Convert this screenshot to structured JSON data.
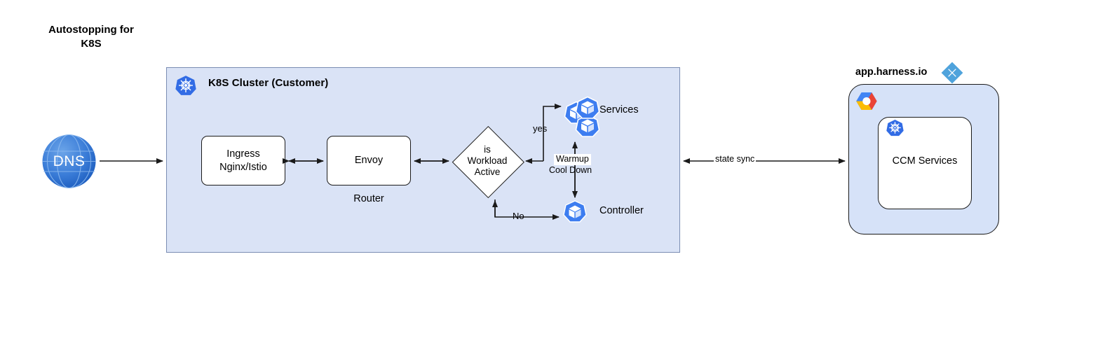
{
  "title": "Autostopping for\nK8S",
  "cluster": {
    "title": "K8S Cluster (Customer)",
    "icon": "kubernetes-icon",
    "bg_color": "#dae3f6",
    "border_color": "#7b8db3"
  },
  "nodes": {
    "dns": {
      "label": "DNS",
      "icon": "globe-icon",
      "color": "#3b7dd8"
    },
    "ingress": {
      "label": "Ingress\nNginx/Istio"
    },
    "envoy": {
      "label": "Envoy",
      "sublabel": "Router"
    },
    "decision": {
      "label": "is\nWorkload\nActive"
    },
    "services": {
      "label": "Services",
      "icon": "kubernetes-pods-icon"
    },
    "controller": {
      "label": "Controller",
      "icon": "kubernetes-pod-icon"
    }
  },
  "edges": {
    "yes": "yes",
    "no": "No",
    "state_sync": "state sync",
    "warmup": "Warmup",
    "cooldown": "Cool Down"
  },
  "harness": {
    "url": "app.harness.io",
    "logo": "harness-diamond-logo",
    "cloud_icon": "google-cloud-icon",
    "inner": {
      "label": "CCM Services",
      "icon": "kubernetes-icon"
    },
    "panel_color": "#d6e2f8"
  },
  "colors": {
    "k8s_blue": "#326ce5",
    "harness_blue": "#4fa3dc",
    "line": "#1a1a1a"
  }
}
